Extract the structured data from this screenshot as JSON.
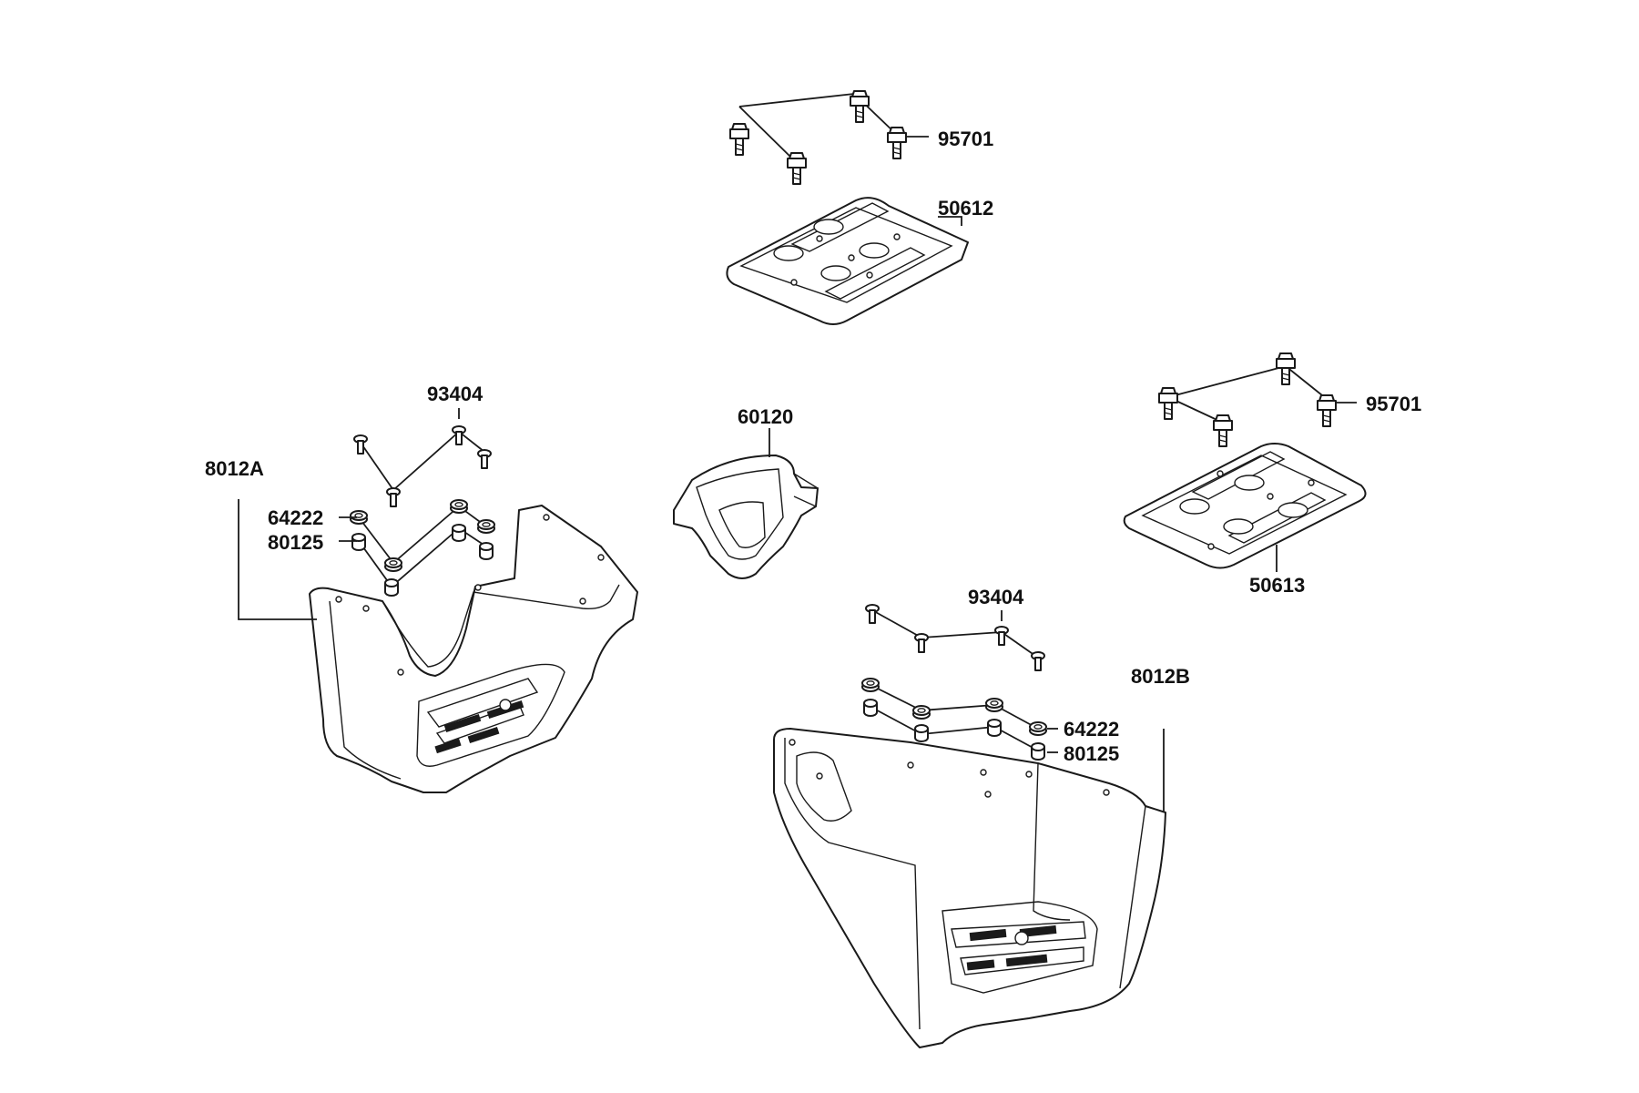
{
  "labels": {
    "bolts_top": "95701",
    "plate_top": "50612",
    "bolts_right": "95701",
    "plate_right": "50613",
    "center_bracket": "60120",
    "screws_left": "93404",
    "footrest_left": "8012A",
    "nuts_left": "64222",
    "grommets_left": "80125",
    "screws_right": "93404",
    "footrest_right": "8012B",
    "nuts_right": "64222",
    "grommets_right": "80125"
  }
}
